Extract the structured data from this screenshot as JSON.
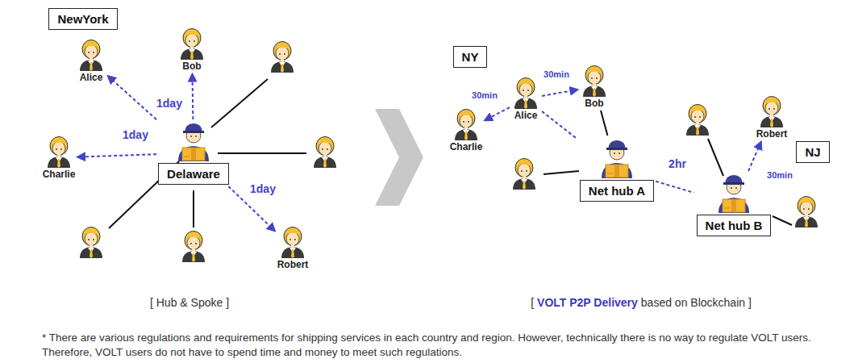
{
  "diagram": {
    "nodes": [
      {
        "text": [
          "NewYork"
        ]
      },
      {
        "text": [
          "Alice"
        ]
      },
      {
        "text": [
          "Bob"
        ]
      },
      {
        "text": [
          "Charlie"
        ]
      },
      {
        "text": [
          "Delaware"
        ]
      },
      {
        "text": [
          "Robert"
        ]
      },
      {
        "text": [
          "NY"
        ]
      },
      {
        "text": [
          "Alice"
        ]
      },
      {
        "text": [
          "Bob"
        ]
      },
      {
        "text": [
          "Charlie"
        ]
      },
      {
        "text": [
          "Net hub A"
        ]
      },
      {
        "text": [
          "Net hub B"
        ]
      },
      {
        "text": [
          "Robert"
        ]
      },
      {
        "text": [
          "NJ"
        ]
      }
    ],
    "edges": [
      {
        "from": 4,
        "to": 1,
        "arrow": "to"
      },
      {
        "from": 4,
        "to": 2,
        "label": "1day",
        "arrow": "to"
      },
      {
        "from": 4,
        "to": 3,
        "label": "1day",
        "arrow": "to"
      },
      {
        "from": 4,
        "to": 5,
        "label": "1day",
        "arrow": "to"
      },
      {
        "from": 7,
        "to": 9,
        "label": "30min",
        "arrow": "to"
      },
      {
        "from": 7,
        "to": 8,
        "label": "30min",
        "arrow": "to"
      },
      {
        "from": 7,
        "to": 10,
        "arrow": "none"
      },
      {
        "from": 8,
        "to": 10,
        "arrow": "none"
      },
      {
        "from": 10,
        "to": 11,
        "label": "2hr",
        "arrow": "none"
      },
      {
        "from": 11,
        "to": 12,
        "label": "30min",
        "arrow": "to"
      }
    ],
    "labels": [
      "[ Hub & Spoke ]",
      "[",
      "VOLT P2P Delivery",
      "based on Blockchain ]",
      "* There are various regulations and requirements for shipping services in each country and region. However, technically there is no way to regulate VOLT users. Therefore, VOLT users do not have to spend time and money to meet such regulations."
    ]
  }
}
